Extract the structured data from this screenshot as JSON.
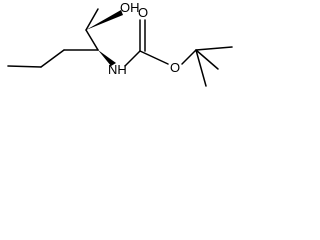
{
  "molecule": {
    "atoms": {
      "hydroxyl": "OH",
      "amine": "NH",
      "carbonyl_oxygen": "O",
      "ester_oxygen": "O"
    }
  },
  "colors": {
    "bond": "#000000",
    "background": "#ffffff"
  }
}
